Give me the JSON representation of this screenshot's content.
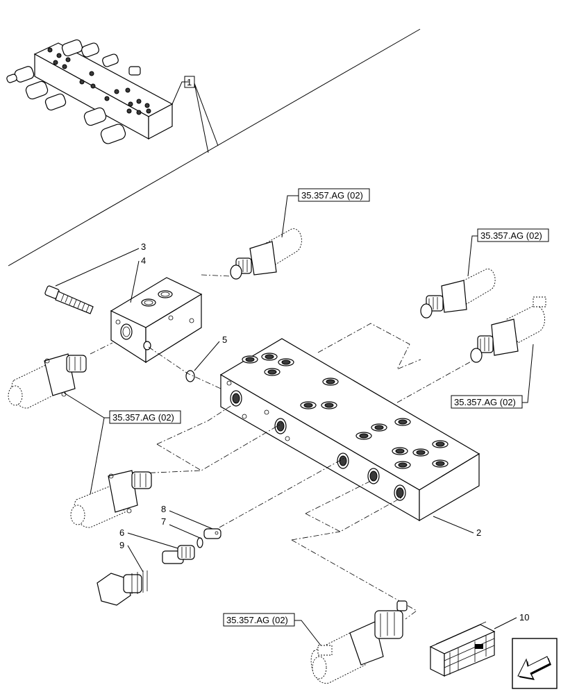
{
  "callouts": {
    "item_1": "1",
    "item_2": "2",
    "item_3": "3",
    "item_4": "4",
    "item_5": "5",
    "item_6": "6",
    "item_7": "7",
    "item_8": "8",
    "item_9": "9",
    "item_10": "10"
  },
  "references": {
    "ref_top": "35.357.AG (02)",
    "ref_right_top": "35.357.AG (02)",
    "ref_right_mid": "35.357.AG (02)",
    "ref_left": "35.357.AG (02)",
    "ref_bottom": "35.357.AG (02)"
  },
  "icons": {
    "navigation": "back-arrow-icon",
    "kit": "wooden-crate-icon"
  }
}
